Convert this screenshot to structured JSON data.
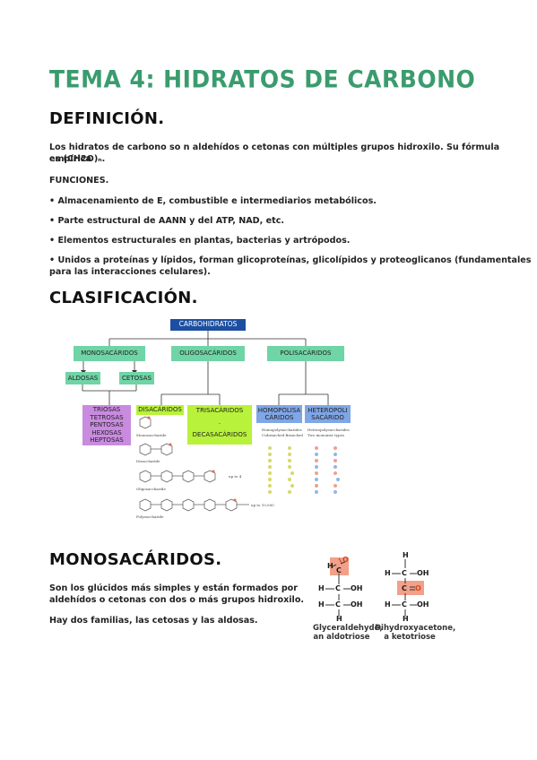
{
  "title": "TEMA 4: HIDRATOS DE CARBONO",
  "definicion": {
    "heading": "DEFINICIÓN.",
    "text_line1": "Los hidratos de carbono so n aldehídos o cetonas con múltiples grupos hidroxilo. Su fórmula empírica",
    "text_line2": "es (CH2O)ₙ.",
    "funciones_label": "FUNCIONES.",
    "items": [
      "• Almacenamiento de E, combustible e intermediarios metabólicos.",
      "• Parte estructural de AANN y del ATP, NAD, etc.",
      "• Elementos estructurales en plantas, bacterias y artrópodos.",
      "• Unidos a proteínas y lípidos, forman glicoproteínas, glicolípidos y proteoglicanos (fundamentales",
      "para las interacciones celulares)."
    ]
  },
  "clasificacion": {
    "heading": "CLASIFICACIÓN.",
    "root": "CARBOHIDRATOS",
    "level1": [
      "MONOSACÁRIDOS",
      "OLIGOSACÁRIDOS",
      "POLISACÁRIDOS"
    ],
    "aldosas": "ALDOSAS",
    "cetosas": "CETOSAS",
    "mono_types": [
      "TRIOSAS",
      "TETROSAS",
      "PENTOSAS",
      "HEXOSAS",
      "HEPTOSAS"
    ],
    "disacaridos": "DISACÁRIDOS",
    "trisacaridos": "TRISACÁRIDOS",
    "ellipsis": ".",
    "decasacaridos": "DECASACÁRIDOS",
    "homo": [
      "HOMOPOLISA",
      "CÁRIDOS"
    ],
    "hetero": [
      "HETEROPOLI",
      "SACÁRIDO"
    ],
    "small_labels": {
      "mono": "Monosaccharide",
      "di": "Disaccharide",
      "oligo": "Oligosaccharide",
      "poly": "Polysaccharide",
      "up_to": "up to 4",
      "upto_many": "up to 10,000",
      "homo_head": "Homopolysaccharides",
      "homo_sub": "Unbranched   Branched",
      "hetero_head": "Heteropolysaccharides",
      "hetero_sub": "Two monomer types"
    }
  },
  "monosacaridos": {
    "heading": "MONOSACÁRIDOS.",
    "text_line1": "Son los glúcidos más simples y están formados por",
    "text_line2": "aldehídos o cetonas con dos o más grupos hidroxilo.",
    "text_line3": "Hay dos familias, las cetosas y las aldosas.",
    "fig_left": {
      "atoms": {
        "h": "H",
        "c": "C",
        "o": "O",
        "oh": "OH"
      },
      "caption1": "Glyceraldehyde,",
      "caption2": "an aldotriose"
    },
    "fig_right": {
      "atoms": {
        "h": "H",
        "c": "C",
        "o": "O",
        "oh": "OH"
      },
      "caption1": "Dihydroxyacetone,",
      "caption2": "a ketotriose"
    }
  },
  "colors": {
    "title": "#3a9c6e",
    "root_box": "#1d4fa0",
    "green_box": "#6fd4a6",
    "purple_box": "#c98be0",
    "lime_box": "#b8f23a",
    "blue_box": "#7fa6e6",
    "orange_highlight": "#f2a08a"
  }
}
